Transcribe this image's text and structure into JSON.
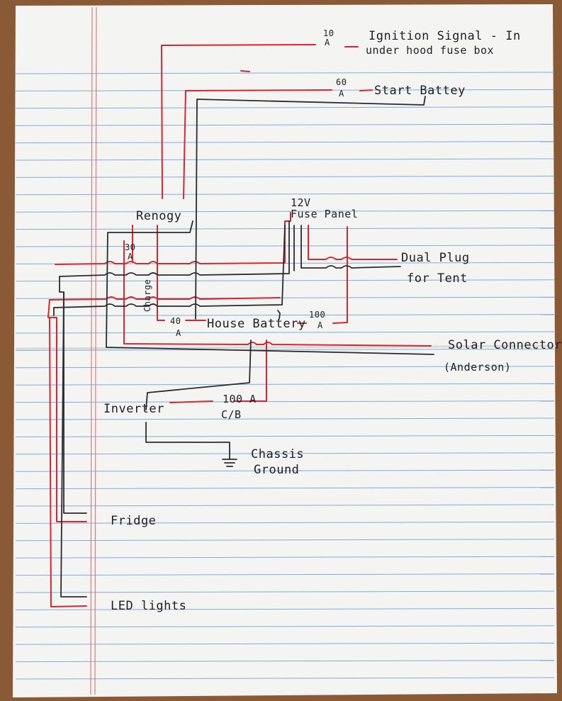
{
  "labels": {
    "ign_fuse_num": "10",
    "ign_fuse_unit": "A",
    "ign_line1": "Ignition Signal - In",
    "ign_line2": "under hood fuse box",
    "start_fuse_num": "60",
    "start_fuse_unit": "A",
    "start_battery": "Start Battey",
    "renogy": "Renogy",
    "renogy_fuse_num": "30",
    "renogy_fuse_unit": "A",
    "charge": "Charge",
    "fuse_panel_line1": "12V",
    "fuse_panel_line2": "Fuse Panel",
    "dual_plug_line1": "Dual Plug",
    "dual_plug_line2": "for Tent",
    "house_fuse_left_num": "40",
    "house_fuse_left_unit": "A",
    "house_battery": "House Battery",
    "house_fuse_right_num": "100",
    "house_fuse_right_unit": "A",
    "solar_line1": "Solar Connector",
    "solar_line2": "(Anderson)",
    "inverter": "Inverter",
    "cb_line1": "100 A",
    "cb_line2": "C/B",
    "chassis_line1": "Chassis",
    "chassis_line2": "Ground",
    "fridge": "Fridge",
    "led_lights": "LED lights"
  },
  "colors": {
    "paper": "#f4f4f2",
    "rule_line": "#6f9fd8",
    "margin_line": "#e07a7a",
    "wire_positive": "#d8262e",
    "wire_negative": "#2a2a30"
  }
}
